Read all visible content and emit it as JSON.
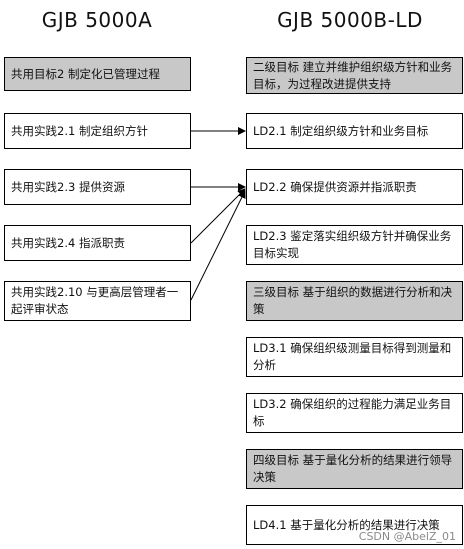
{
  "titles": {
    "left": "GJB 5000A",
    "right": "GJB 5000B-LD"
  },
  "left_boxes": [
    {
      "text": "共用目标2 制定化已管理过程"
    },
    {
      "text": "共用实践2.1 制定组织方针"
    },
    {
      "text": "共用实践2.3 提供资源"
    },
    {
      "text": "共用实践2.4 指派职责"
    },
    {
      "text": "共用实践2.10 与更高层管理者一起评审状态"
    }
  ],
  "right_boxes": [
    {
      "text": "二级目标 建立并维护组织级方针和业务目标，为过程改进提供支持",
      "goal": true
    },
    {
      "text": "LD2.1 制定组织级方针和业务目标"
    },
    {
      "text": "LD2.2 确保提供资源并指派职责"
    },
    {
      "text": "LD2.3 鉴定落实组织级方针并确保业务目标实现"
    },
    {
      "text": "三级目标 基于组织的数据进行分析和决策",
      "goal": true
    },
    {
      "text": "LD3.1 确保组织级测量目标得到测量和分析"
    },
    {
      "text": "LD3.2 确保组织的过程能力满足业务目标"
    },
    {
      "text": "四级目标 基于量化分析的结果进行领导决策",
      "goal": true
    },
    {
      "text": "LD4.1 基于量化分析的结果进行决策"
    }
  ],
  "watermark": "CSDN @AbelZ_01",
  "colors": {
    "goal_fill": "#c8c8c8",
    "box_fill": "#ffffff",
    "line": "#000000"
  },
  "relations": [
    {
      "from": "共用实践2.1 制定组织方针",
      "to": "LD2.1 制定组织级方针和业务目标"
    },
    {
      "from": "共用实践2.3 提供资源",
      "to": "LD2.2 确保提供资源并指派职责"
    },
    {
      "from": "共用实践2.4 指派职责",
      "to": "LD2.2 确保提供资源并指派职责"
    },
    {
      "from": "共用实践2.10 与更高层管理者一起评审状态",
      "to": "LD2.2 确保提供资源并指派职责"
    }
  ]
}
